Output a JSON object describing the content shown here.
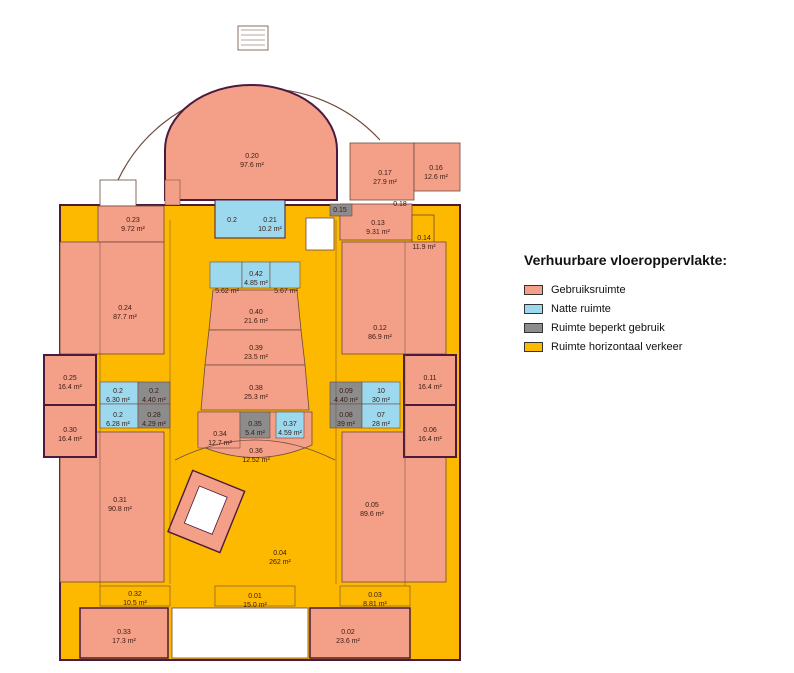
{
  "colors": {
    "gebruiksruimte": "#f4a089",
    "natte": "#9cd9ee",
    "beperkt": "#8c8c8c",
    "verkeer": "#fcb900",
    "wall": "#4b1a3d",
    "line": "#6e4a3a"
  },
  "legend": {
    "title": "Verhuurbare vloeroppervlakte:",
    "items": [
      {
        "label": "Gebruiksruimte",
        "color": "#f4a089"
      },
      {
        "label": "Natte ruimte",
        "color": "#9cd9ee"
      },
      {
        "label": "Ruimte beperkt gebruik",
        "color": "#8c8c8c"
      },
      {
        "label": "Ruimte horizontaal verkeer",
        "color": "#fcb900"
      }
    ]
  },
  "rooms": {
    "r020": {
      "id": "0.20",
      "area": "97.6 m²"
    },
    "r017": {
      "id": "0.17",
      "area": "27.9 m²"
    },
    "r016": {
      "id": "0.16",
      "area": "12.6 m²"
    },
    "r023": {
      "id": "0.23",
      "area": "9.72 m²"
    },
    "r021": {
      "id": "0.21",
      "area": "10.2 m²"
    },
    "r013": {
      "id": "0.13",
      "area": "9.31 m²"
    },
    "r014": {
      "id": "0.14",
      "area": "11.9 m²"
    },
    "r015": {
      "id": "0.15",
      "area": ""
    },
    "r018": {
      "id": "0.18",
      "area": ""
    },
    "r022": {
      "id": "0.2",
      "area": ""
    },
    "r042": {
      "id": "0.42",
      "area": "4.85 m²"
    },
    "r042a": {
      "id": "",
      "area": "5.62 m²"
    },
    "r042b": {
      "id": "",
      "area": "5.67 m²"
    },
    "r024": {
      "id": "0.24",
      "area": "87.7 m²"
    },
    "r012": {
      "id": "0.12",
      "area": "86.9 m²"
    },
    "r040": {
      "id": "0.40",
      "area": "21.6 m²"
    },
    "r039": {
      "id": "0.39",
      "area": "23.5 m²"
    },
    "r038": {
      "id": "0.38",
      "area": "25.3 m²"
    },
    "r025": {
      "id": "0.25",
      "area": "16.4 m²"
    },
    "r030": {
      "id": "0.30",
      "area": "16.4 m²"
    },
    "r011": {
      "id": "0.11",
      "area": "16.4 m²"
    },
    "r006": {
      "id": "0.06",
      "area": "16.4 m²"
    },
    "r026": {
      "id": "0.2",
      "area": "6.30 m²"
    },
    "r027": {
      "id": "0.2",
      "area": "4.40 m²"
    },
    "r029": {
      "id": "0.2",
      "area": "6.28 m²"
    },
    "r028": {
      "id": "0.28",
      "area": "4.29 m²"
    },
    "r009": {
      "id": "0.09",
      "area": "4.40 m²"
    },
    "r010": {
      "id": "10",
      "area": "30 m²"
    },
    "r008": {
      "id": "0.08",
      "area": "39 m²"
    },
    "r007": {
      "id": "07",
      "area": "28 m²"
    },
    "r034": {
      "id": "0.34",
      "area": "12.7 m²"
    },
    "r035": {
      "id": "0.35",
      "area": "5.4 m²"
    },
    "r037": {
      "id": "0.37",
      "area": "4.59 m²"
    },
    "r036": {
      "id": "0.36",
      "area": "12.52 m²"
    },
    "r031": {
      "id": "0.31",
      "area": "90.8 m²"
    },
    "r005": {
      "id": "0.05",
      "area": "89.6 m²"
    },
    "r004": {
      "id": "0.04",
      "area": "262 m²"
    },
    "r032": {
      "id": "0.32",
      "area": "10.5 m²"
    },
    "r001": {
      "id": "0.01",
      "area": "15.0 m²"
    },
    "r003": {
      "id": "0.03",
      "area": "8.81 m²"
    },
    "r033": {
      "id": "0.33",
      "area": "17.3 m²"
    },
    "r002": {
      "id": "0.02",
      "area": "23.6 m²"
    }
  }
}
